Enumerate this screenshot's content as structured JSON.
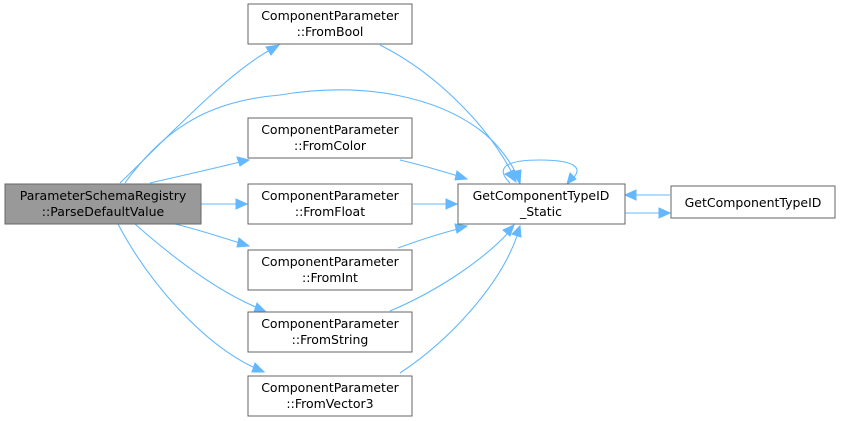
{
  "diagram": {
    "colors": {
      "edge": "#63b8ff",
      "root_fill": "#999999",
      "node_fill": "#ffffff",
      "node_stroke": "#666666"
    },
    "nodes": {
      "root": {
        "line1": "ParameterSchemaRegistry",
        "line2": "::ParseDefaultValue"
      },
      "from_bool": {
        "line1": "ComponentParameter",
        "line2": "::FromBool"
      },
      "from_color": {
        "line1": "ComponentParameter",
        "line2": "::FromColor"
      },
      "from_float": {
        "line1": "ComponentParameter",
        "line2": "::FromFloat"
      },
      "from_int": {
        "line1": "ComponentParameter",
        "line2": "::FromInt"
      },
      "from_string": {
        "line1": "ComponentParameter",
        "line2": "::FromString"
      },
      "from_vec3": {
        "line1": "ComponentParameter",
        "line2": "::FromVector3"
      },
      "get_static": {
        "line1": "GetComponentTypeID",
        "line2": "_Static"
      },
      "get_id": {
        "line1": "GetComponentTypeID"
      }
    }
  }
}
